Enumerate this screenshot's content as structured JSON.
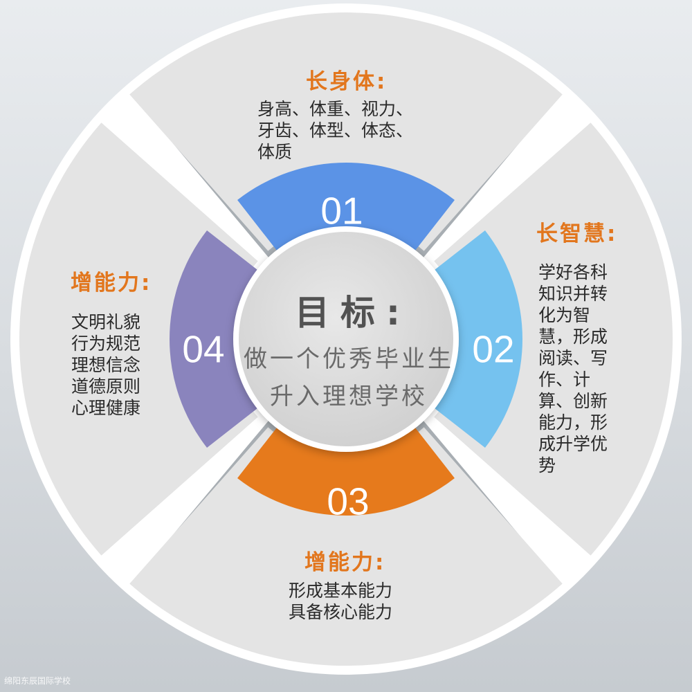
{
  "quadrants": [
    {
      "number": "01",
      "title": "长身体:",
      "lines": [
        "身高、体重、视力、",
        "牙齿、体型、体态、",
        "体质"
      ],
      "color": "#5b93e6"
    },
    {
      "number": "02",
      "title": "长智慧:",
      "lines": [
        "学好各科",
        "知识并转",
        "化为智",
        "慧，形成",
        "阅读、写",
        "作、计",
        "算、创新",
        "能力，形",
        "成升学优",
        "势"
      ],
      "color": "#75c2ef"
    },
    {
      "number": "03",
      "title": "增能力:",
      "lines": [
        "形成基本能力",
        "具备核心能力"
      ],
      "color": "#e67a1c"
    },
    {
      "number": "04",
      "title": "增能力:",
      "lines": [
        "文明礼貌",
        "行为规范",
        "理想信念",
        "道德原则",
        "心理健康"
      ],
      "color": "#8a84bd"
    }
  ],
  "center": {
    "title": "目标:",
    "line1": "做一个优秀毕业生",
    "line2": "升入理想学校"
  },
  "watermark": "绵阳东辰国际学校",
  "colors": {
    "accent": "#e2761d",
    "panel": "#e4e4e4",
    "inner_circle": "#d6d6d6"
  }
}
